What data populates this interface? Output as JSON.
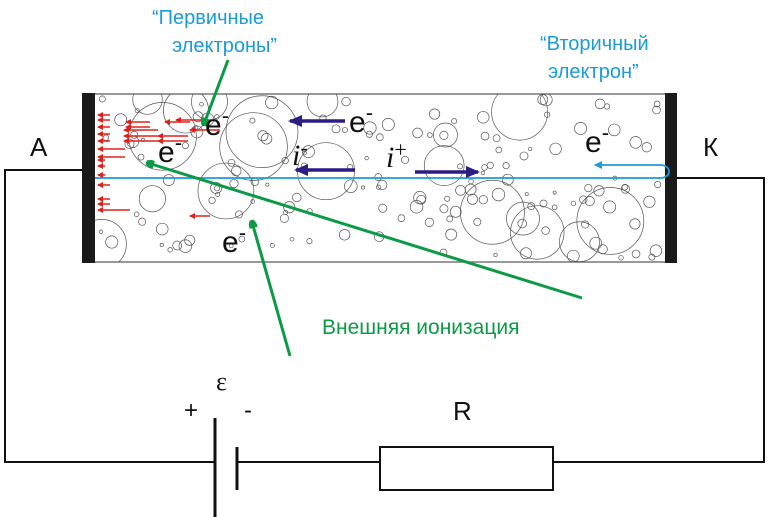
{
  "labels": {
    "anode": "A",
    "cathode": "К",
    "primary_line1": "“Первичные",
    "primary_line2": "электроны”",
    "secondary_line1": "“Вторичный",
    "secondary_line2": "электрон”",
    "external_ionization": "Внешняя ионизация",
    "emf": "ε",
    "plus": "+",
    "minus": "-",
    "resistor": "R",
    "electron": "e",
    "electron_sup": "-",
    "ion": "i",
    "ion_neg_sup": "-",
    "ion_pos_sup": "+"
  },
  "colors": {
    "green": "#0c9a45",
    "cyan": "#1b9bd7",
    "navy": "#2a1d84",
    "red": "#e0201b",
    "wire": "#111111"
  }
}
